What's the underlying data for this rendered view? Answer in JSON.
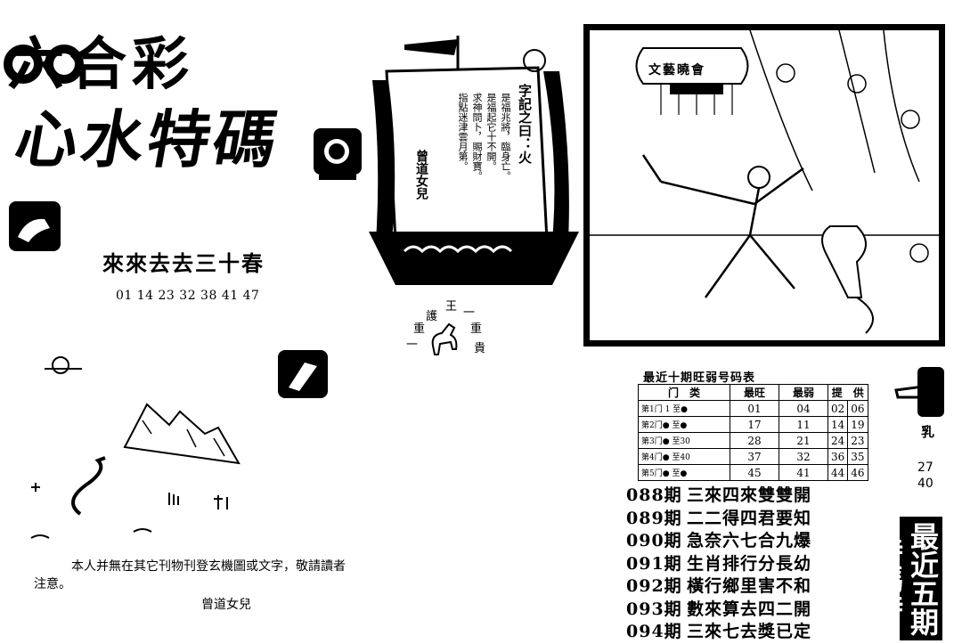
{
  "header": {
    "title_line1": "六合彩",
    "title_line2": "心水特碼"
  },
  "left": {
    "poem": "來來去去三十春",
    "numbers": "01 14 23 32 38 41 47",
    "notice": "本人并無在其它刊物刊登玄機圖或文字，敬請讀者注意。",
    "signature": "曾道女兒"
  },
  "sail": {
    "heading": "字記之曰：火",
    "lines": [
      "是福兆將，臨身亡。",
      "是福起它十不開。",
      "求神問卜，賜財寶。",
      "指點迷津雲月第。"
    ],
    "author": "曾道女兒"
  },
  "horse": {
    "left_top": "重",
    "left_bottom": "一",
    "center_top": "護",
    "top": "王",
    "right_top": "一",
    "right_mid": "重",
    "right_bottom": "貴"
  },
  "scene": {
    "lantern_text": "文藝曉會"
  },
  "table": {
    "title": "最近十期旺弱号码表",
    "headers": [
      "门　类",
      "最旺",
      "最弱",
      "提　供"
    ],
    "rows": [
      {
        "group": "第1门 1 至●",
        "hot": "01",
        "cold": "04",
        "p1": "02",
        "p2": "06"
      },
      {
        "group": "第2门● 至●",
        "hot": "17",
        "cold": "11",
        "p1": "14",
        "p2": "19"
      },
      {
        "group": "第3门● 至30",
        "hot": "28",
        "cold": "21",
        "p1": "24",
        "p2": "23"
      },
      {
        "group": "第4门● 至40",
        "hot": "37",
        "cold": "32",
        "p1": "36",
        "p2": "35"
      },
      {
        "group": "第5门● 至●",
        "hot": "45",
        "cold": "41",
        "p1": "44",
        "p2": "46"
      }
    ]
  },
  "periods": [
    {
      "no": "088期",
      "text": "三來四來雙雙開"
    },
    {
      "no": "089期",
      "text": "二二得四君要知"
    },
    {
      "no": "090期",
      "text": "急奈六七合九爆"
    },
    {
      "no": "091期",
      "text": "生肖排行分長幼"
    },
    {
      "no": "092期",
      "text": "橫行鄉里害不和"
    },
    {
      "no": "093期",
      "text": "數來算去四二開"
    },
    {
      "no": "094期",
      "text": "三來七去獎已定"
    }
  ],
  "side": {
    "title": "乳",
    "num1": "27",
    "num2": "40",
    "vertical_title": "最近五期特碼詩"
  }
}
